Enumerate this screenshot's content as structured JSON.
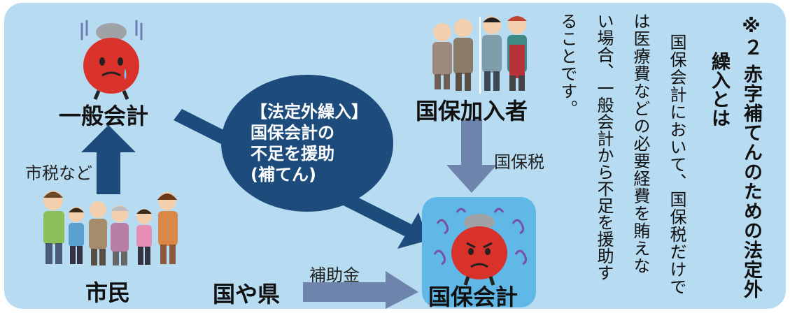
{
  "nodes": {
    "general_account": "一般会計",
    "insured": "国保加入者",
    "citizens": "市民",
    "national_prefecture": "国や県",
    "kokuho_account": "国保会計"
  },
  "edges": {
    "city_tax": "市税など",
    "kokuho_tax": "国保税",
    "subsidy": "補助金"
  },
  "bubble": {
    "lines": [
      "【法定外繰入】",
      "国保会計の",
      "不足を援助",
      "(補てん)"
    ]
  },
  "note": {
    "title_line1": "※２ 赤字補てんのための法定外",
    "title_line2": "繰入とは",
    "body_lines": [
      "国保会計において、国保税だけで",
      "は医療費などの必要経費を賄えな",
      "い場合、一般会計から不足を援助す",
      "ることです。"
    ]
  },
  "colors": {
    "panel": "#b7dcf2",
    "bubble": "#1d4c7c",
    "arrow_dark": "#1d4c7c",
    "arrow_light": "#6f84ad",
    "kokuho_box": "#5fb8e6",
    "character_red": "#d9322b"
  }
}
